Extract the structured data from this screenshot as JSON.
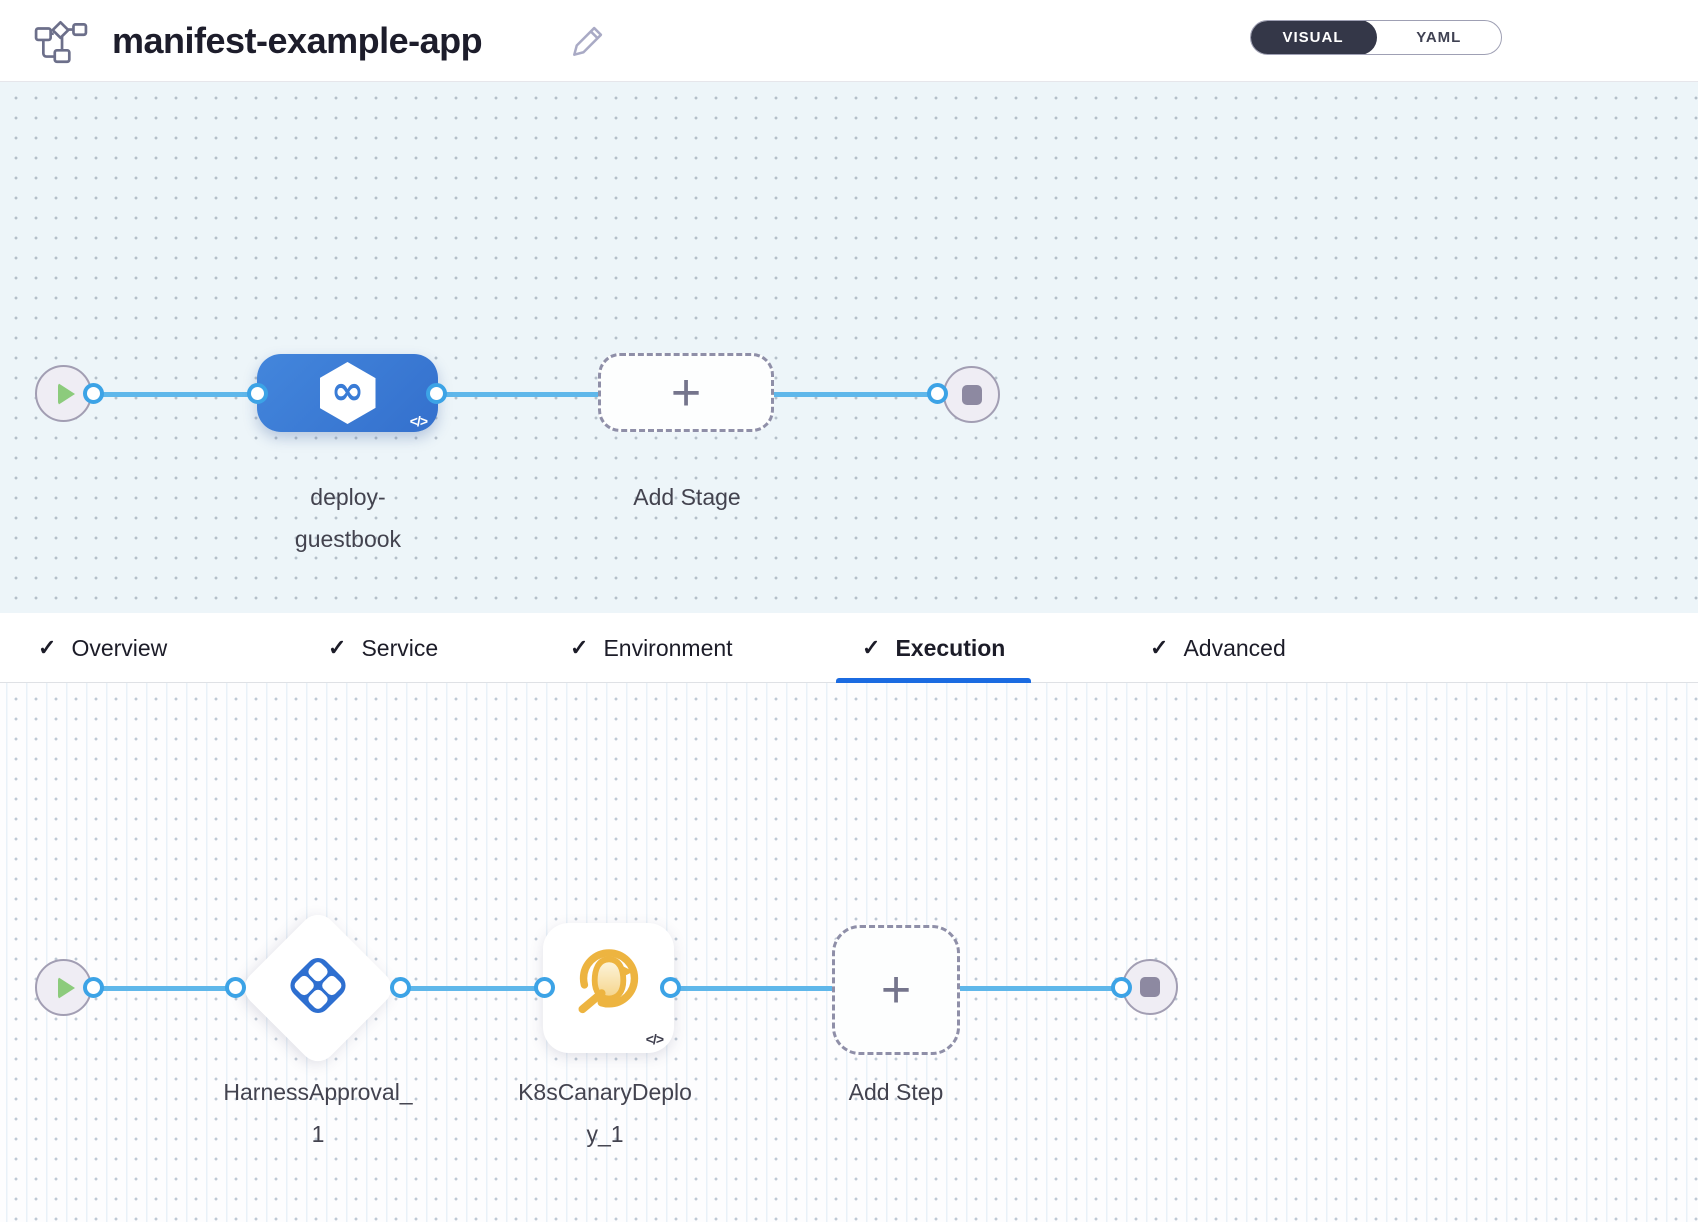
{
  "header": {
    "title": "manifest-example-app",
    "view_toggle": {
      "visual_label": "VISUAL",
      "yaml_label": "YAML",
      "active": "VISUAL"
    }
  },
  "icons": {
    "check": "✓",
    "plus": "+",
    "infinity": "∞",
    "code_badge": "</>"
  },
  "stage_pipeline": {
    "stage_name": "deploy-guestbook",
    "stage_type": "deployment",
    "add_stage_label": "Add Stage"
  },
  "tabs": [
    {
      "label": "Overview",
      "checked": true,
      "active": false
    },
    {
      "label": "Service",
      "checked": true,
      "active": false
    },
    {
      "label": "Environment",
      "checked": true,
      "active": false
    },
    {
      "label": "Execution",
      "checked": true,
      "active": true
    },
    {
      "label": "Advanced",
      "checked": true,
      "active": false
    }
  ],
  "execution_pipeline": {
    "steps": [
      {
        "name": "HarnessApproval_1",
        "type": "harness-approval"
      },
      {
        "name": "K8sCanaryDeploy_1",
        "type": "k8s-canary-deploy"
      }
    ],
    "add_step_label": "Add Step"
  },
  "colors": {
    "stage_blue": "#3a7cd5",
    "connector_blue": "#5fb7ea",
    "port_blue": "#3ca3e6",
    "active_tab_underline": "#1b6be1",
    "approval_icon_blue": "#2e6fd0",
    "canary_gold": "#edb440",
    "play_green": "#8ccb7c",
    "canvas_stages_bg": "#edf5f9",
    "canvas_exec_bg": "#fdfdfe"
  }
}
